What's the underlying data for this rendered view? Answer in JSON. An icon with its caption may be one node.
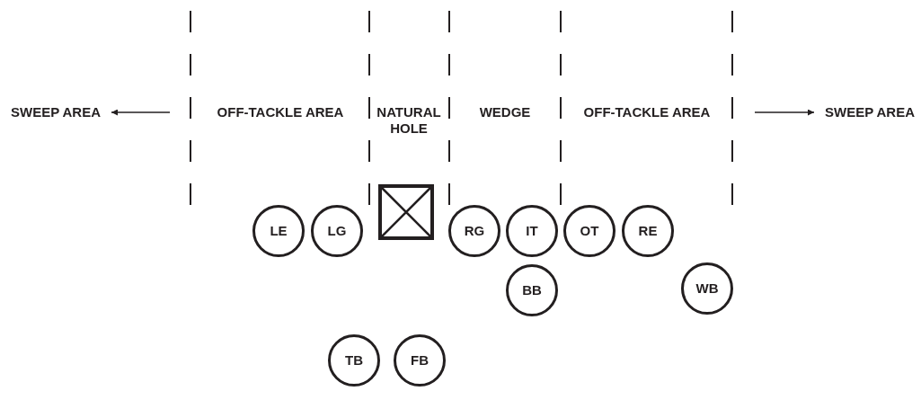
{
  "diagram": {
    "nodes": [
      {
        "text": [
          "SWEEP AREA"
        ]
      },
      {
        "text": [
          "SWEEP AREA"
        ]
      },
      {
        "text": [
          "LE"
        ]
      },
      {
        "text": [
          "LG"
        ]
      },
      {
        "text": [],
        "shape": "box"
      },
      {
        "text": [
          "RG"
        ]
      },
      {
        "text": [
          "IT"
        ]
      },
      {
        "text": [
          "OT"
        ]
      },
      {
        "text": [
          "RE"
        ]
      },
      {
        "text": [
          "BB"
        ]
      },
      {
        "text": [
          "WB"
        ]
      },
      {
        "text": [
          "TB"
        ]
      },
      {
        "text": [
          "FB"
        ]
      }
    ],
    "edges": [
      {
        "from": null,
        "to": 0,
        "arrow": "to"
      },
      {
        "from": null,
        "to": 1,
        "arrow": "to"
      }
    ],
    "labels": [
      "OFF-TACKLE AREA",
      "NATURAL HOLE",
      "WEDGE",
      "OFF-TACKLE AREA"
    ]
  }
}
